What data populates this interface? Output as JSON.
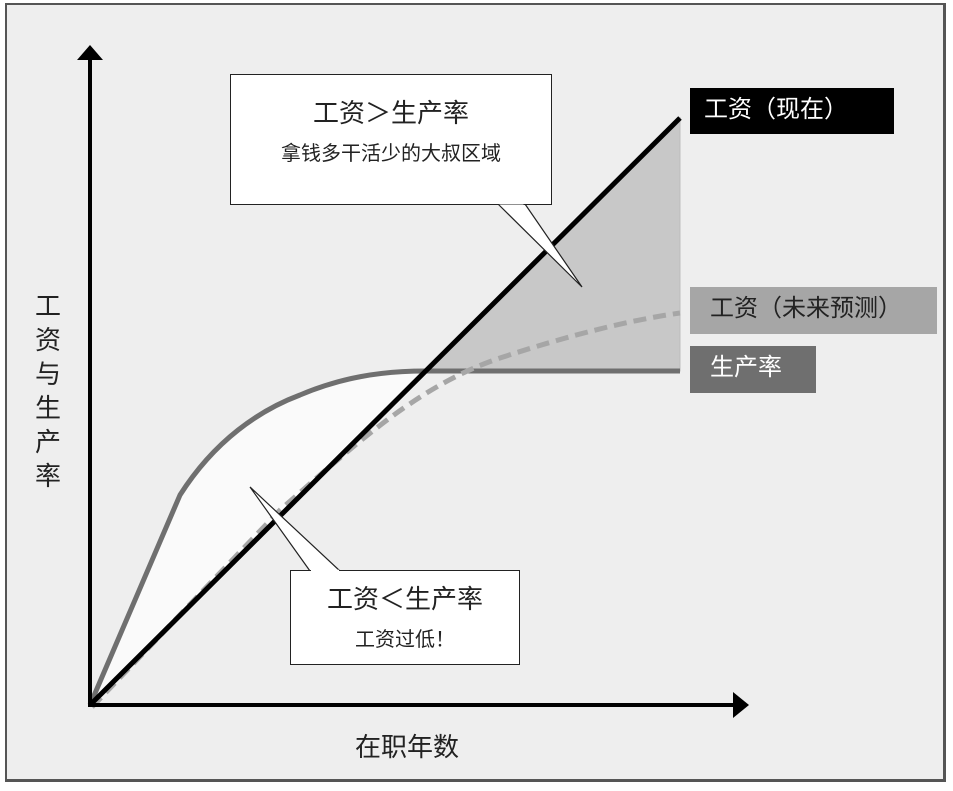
{
  "chart_data": {
    "type": "line",
    "title": "",
    "xlabel": "在职年数",
    "ylabel": "工资与生产率",
    "grid": false,
    "legend_position": "right",
    "series": [
      {
        "name": "工资（现在）",
        "color": "#000000",
        "style": "solid",
        "shape": "linear",
        "points": [
          [
            0,
            0
          ],
          [
            100,
            100
          ]
        ]
      },
      {
        "name": "工资（未来预测）",
        "color": "#a6a6a6",
        "style": "dashed",
        "shape": "concave-saturating",
        "points": [
          [
            0,
            0
          ],
          [
            30,
            30
          ],
          [
            50,
            47
          ],
          [
            70,
            57
          ],
          [
            100,
            67
          ]
        ]
      },
      {
        "name": "生产率",
        "color": "#6f6f6f",
        "style": "solid",
        "shape": "rise-then-plateau",
        "points": [
          [
            0,
            0
          ],
          [
            15,
            37
          ],
          [
            30,
            52
          ],
          [
            45,
            57
          ],
          [
            55,
            57
          ],
          [
            100,
            57
          ]
        ]
      }
    ],
    "annotations": [
      {
        "title": "工资＞生产率",
        "subtitle": "拿钱多干活少的大叔区域",
        "region": "wage above productivity (shaded gray, right)"
      },
      {
        "title": "工资＜生产率",
        "subtitle": "工资过低！",
        "region": "wage below productivity (white, left)"
      }
    ],
    "axis_ranges": {
      "x": [
        0,
        100
      ],
      "y": [
        0,
        100
      ]
    },
    "tick_labels": false
  },
  "callouts": {
    "top": {
      "title": "工资＞生产率",
      "subtitle": "拿钱多干活少的大叔区域"
    },
    "bottom": {
      "title": "工资＜生产率",
      "subtitle": "工资过低！"
    }
  },
  "legend": {
    "wage_now": "工资（现在）",
    "wage_future": "工资（未来预测）",
    "productivity": "生产率"
  },
  "axes": {
    "x_label": "在职年数",
    "y_label": "工资与生产率"
  },
  "colors": {
    "background": "#eeeeee",
    "wage_now": "#000000",
    "wage_future": "#a6a6a6",
    "productivity": "#6f6f6f",
    "overpaid_fill": "#c8c8c8",
    "underpaid_fill": "#fafafa"
  }
}
